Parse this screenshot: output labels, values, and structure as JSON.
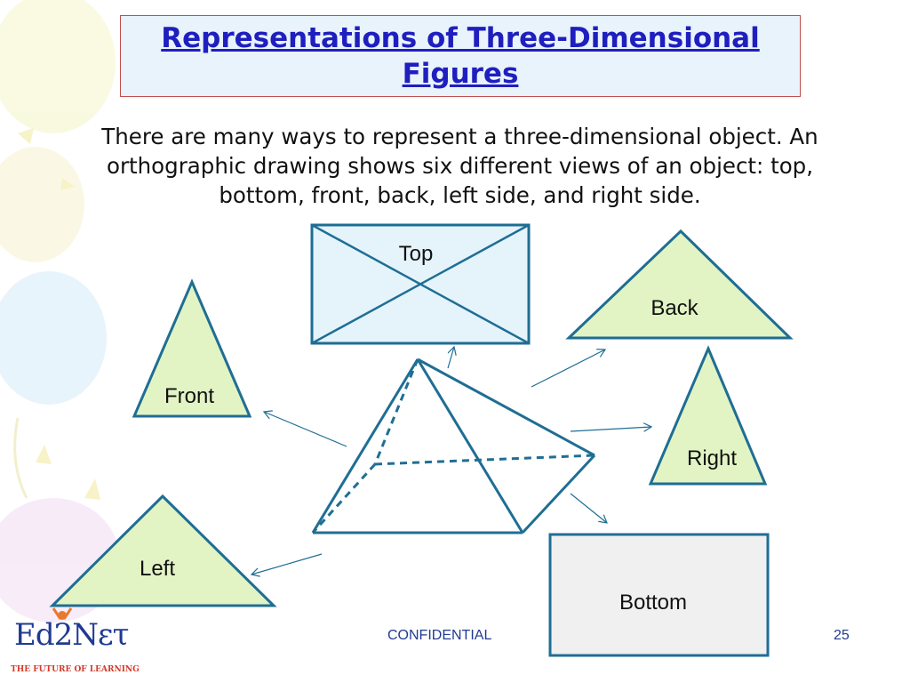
{
  "slide": {
    "title": "Representations of Three-Dimensional Figures",
    "body": "There are many ways to represent a three-dimensional object. An orthographic drawing shows six different views of an object: top, bottom, front, back, left side, and right side."
  },
  "views": {
    "top": "Top",
    "back": "Back",
    "front": "Front",
    "right": "Right",
    "left": "Left",
    "bottom": "Bottom"
  },
  "footer": {
    "confidential": "CONFIDENTIAL",
    "page_number": "25"
  },
  "logo": {
    "wordmark": "Ed2Nετ",
    "tagline": "THE FUTURE OF LEARNING"
  },
  "colors": {
    "title": "#1f1fbf",
    "outline": "#1f6e94",
    "triangle_fill": "#e2f4c4",
    "top_fill": "#e5f3fb",
    "bottom_fill": "#f0f0f0"
  }
}
